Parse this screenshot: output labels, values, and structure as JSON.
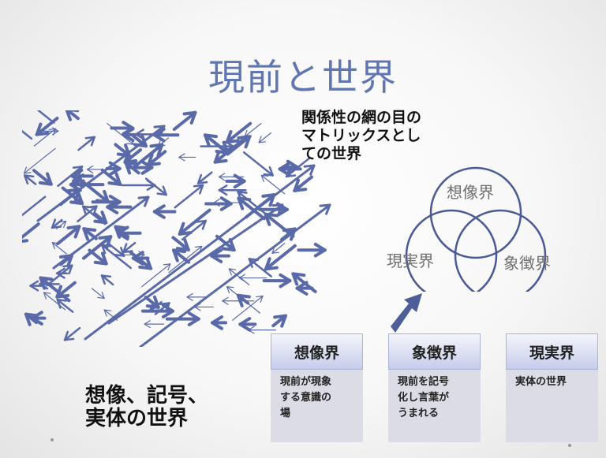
{
  "slide": {
    "title": "現前と世界",
    "matrix_label_lines": [
      "関係性の網の目の",
      "マトリックスとし",
      "ての世界"
    ],
    "venn": {
      "top": "想像界",
      "left": "現実界",
      "right": "象徴界"
    },
    "columns": [
      {
        "heading": "想像界",
        "body_lines": [
          "現前が現象",
          "する意識の",
          "場"
        ]
      },
      {
        "heading": "象徴界",
        "body_lines": [
          "現前を記号",
          "化し言葉が",
          "うまれる"
        ]
      },
      {
        "heading": "現実界",
        "body_lines": [
          "実体の世界"
        ]
      }
    ],
    "bottom_label_lines": [
      "想像、記号、",
      "実体の世界"
    ]
  },
  "colors": {
    "accent": "#5f76b0",
    "network": "#5a6aa8",
    "venn_stroke": "#4a5a94",
    "header_gradient_bottom": "#c6cdeb",
    "body_fill": "#dcdce6"
  }
}
